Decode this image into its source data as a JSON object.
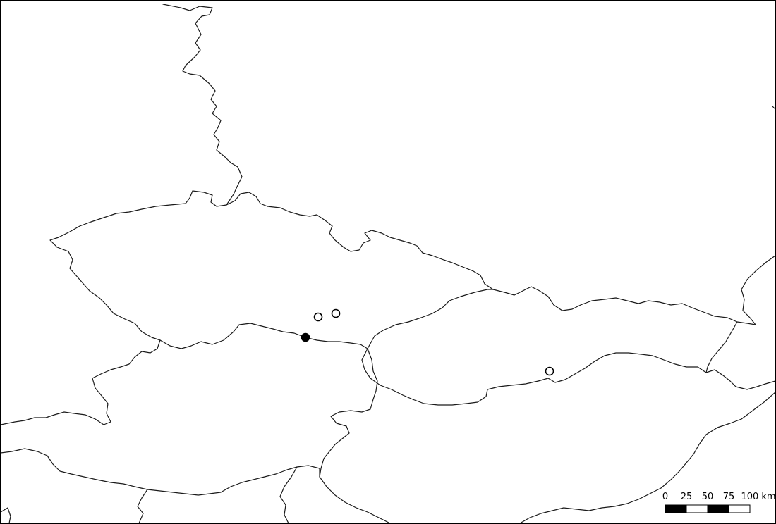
{
  "map": {
    "colors": {
      "background": "#ffffff",
      "border_line": "#1a1a1a",
      "record_filled": "#000000",
      "record_open": "#ffffff"
    },
    "legend_symbols": [
      "filled-circle-marker",
      "open-circle-marker"
    ],
    "scale_bar": {
      "ticks": [
        "0",
        "25",
        "50",
        "75",
        "100 km"
      ],
      "segment_colors": [
        "#000000",
        "#ffffff",
        "#000000",
        "#ffffff"
      ]
    }
  }
}
